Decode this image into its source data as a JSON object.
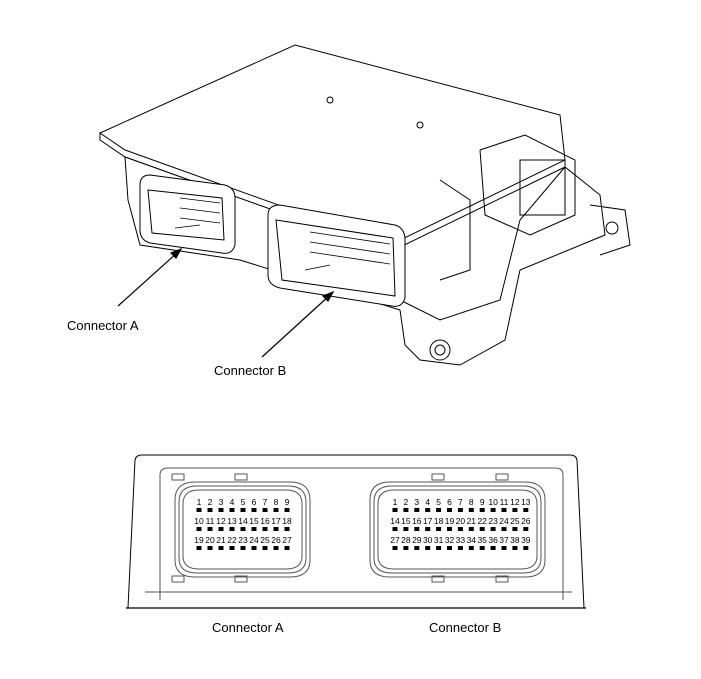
{
  "illustration": {
    "label_a": "Connector A",
    "label_b": "Connector B"
  },
  "face_view": {
    "label_a": "Connector A",
    "label_b": "Connector B",
    "connector_a_rows": [
      [
        "1",
        "2",
        "3",
        "4",
        "5",
        "6",
        "7",
        "8",
        "9"
      ],
      [
        "10",
        "11",
        "12",
        "13",
        "14",
        "15",
        "16",
        "17",
        "18"
      ],
      [
        "19",
        "20",
        "21",
        "22",
        "23",
        "24",
        "25",
        "26",
        "27"
      ]
    ],
    "connector_b_rows": [
      [
        "1",
        "2",
        "3",
        "4",
        "5",
        "6",
        "7",
        "8",
        "9",
        "10",
        "11",
        "12",
        "13"
      ],
      [
        "14",
        "15",
        "16",
        "17",
        "18",
        "19",
        "20",
        "21",
        "22",
        "23",
        "24",
        "25",
        "26"
      ],
      [
        "27",
        "28",
        "29",
        "30",
        "31",
        "32",
        "33",
        "34",
        "35",
        "36",
        "37",
        "38",
        "39"
      ]
    ]
  }
}
